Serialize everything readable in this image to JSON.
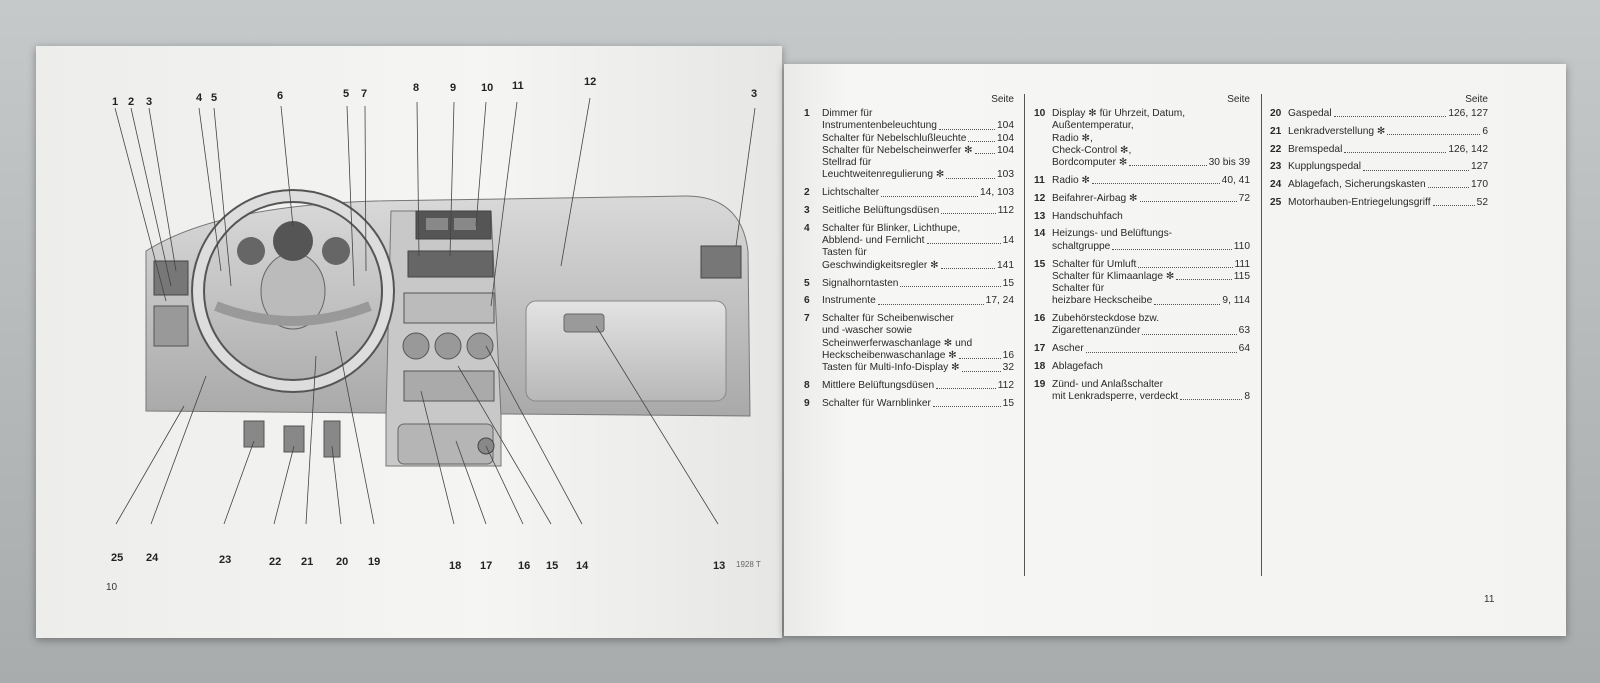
{
  "left_page": {
    "page_number": "10",
    "figure_code": "1928 T",
    "top_callouts": [
      "1",
      "2",
      "3",
      "4",
      "5",
      "6",
      "5",
      "7",
      "8",
      "9",
      "10",
      "11",
      "12",
      "3"
    ],
    "bottom_callouts": [
      "25",
      "24",
      "23",
      "22",
      "21",
      "20",
      "19",
      "18",
      "17",
      "16",
      "15",
      "14",
      "13"
    ]
  },
  "right_page": {
    "page_number": "11",
    "columns": [
      {
        "seite": "Seite",
        "entries": [
          {
            "num": "1",
            "lines": [
              [
                "Dimmer für",
                ""
              ],
              [
                "Instrumentenbeleuchtung",
                "104"
              ],
              [
                "Schalter für Nebelschlußleuchte",
                "104"
              ],
              [
                "Schalter für Nebelscheinwerfer ✻",
                "104"
              ],
              [
                "Stellrad für",
                ""
              ],
              [
                "Leuchtweitenregulierung ✻",
                "103"
              ]
            ]
          },
          {
            "num": "2",
            "lines": [
              [
                "Lichtschalter",
                "14, 103"
              ]
            ]
          },
          {
            "num": "3",
            "lines": [
              [
                "Seitliche Belüftungsdüsen",
                "112"
              ]
            ]
          },
          {
            "num": "4",
            "lines": [
              [
                "Schalter für Blinker, Lichthupe,",
                ""
              ],
              [
                "Abblend- und Fernlicht",
                "14"
              ],
              [
                "Tasten für",
                ""
              ],
              [
                "Geschwindigkeitsregler ✻",
                "141"
              ]
            ]
          },
          {
            "num": "5",
            "lines": [
              [
                "Signalhorntasten",
                "15"
              ]
            ]
          },
          {
            "num": "6",
            "lines": [
              [
                "Instrumente",
                "17, 24"
              ]
            ]
          },
          {
            "num": "7",
            "lines": [
              [
                "Schalter für Scheibenwischer",
                ""
              ],
              [
                "und -wascher sowie",
                ""
              ],
              [
                "Scheinwerferwaschanlage ✻ und",
                ""
              ],
              [
                "Heckscheibenwaschanlage ✻",
                "16"
              ],
              [
                "Tasten für Multi-Info-Display ✻",
                "32"
              ]
            ]
          },
          {
            "num": "8",
            "lines": [
              [
                "Mittlere Belüftungsdüsen",
                "112"
              ]
            ]
          },
          {
            "num": "9",
            "lines": [
              [
                "Schalter für Warnblinker",
                "15"
              ]
            ]
          }
        ]
      },
      {
        "seite": "Seite",
        "entries": [
          {
            "num": "10",
            "lines": [
              [
                "Display ✻ für Uhrzeit, Datum,",
                ""
              ],
              [
                "Außentemperatur,",
                ""
              ],
              [
                "Radio ✻,",
                ""
              ],
              [
                "Check-Control ✻,",
                ""
              ],
              [
                "Bordcomputer ✻",
                "30 bis 39"
              ]
            ]
          },
          {
            "num": "11",
            "lines": [
              [
                "Radio ✻",
                "40, 41"
              ]
            ]
          },
          {
            "num": "12",
            "lines": [
              [
                "Beifahrer-Airbag ✻",
                "72"
              ]
            ]
          },
          {
            "num": "13",
            "lines": [
              [
                "Handschuhfach",
                ""
              ]
            ]
          },
          {
            "num": "14",
            "lines": [
              [
                "Heizungs- und Belüftungs-",
                ""
              ],
              [
                "schaltgruppe",
                "110"
              ]
            ]
          },
          {
            "num": "15",
            "lines": [
              [
                "Schalter für Umluft",
                "111"
              ],
              [
                "Schalter für Klimaanlage ✻",
                "115"
              ],
              [
                "Schalter für",
                ""
              ],
              [
                "heizbare Heckscheibe",
                "9, 114"
              ]
            ]
          },
          {
            "num": "16",
            "lines": [
              [
                "Zubehörsteckdose bzw.",
                ""
              ],
              [
                "Zigarettenanzünder",
                "63"
              ]
            ]
          },
          {
            "num": "17",
            "lines": [
              [
                "Ascher",
                "64"
              ]
            ]
          },
          {
            "num": "18",
            "lines": [
              [
                "Ablagefach",
                ""
              ]
            ]
          },
          {
            "num": "19",
            "lines": [
              [
                "Zünd- und Anlaßschalter",
                ""
              ],
              [
                "mit Lenkradsperre, verdeckt",
                "8"
              ]
            ]
          }
        ]
      },
      {
        "seite": "Seite",
        "entries": [
          {
            "num": "20",
            "lines": [
              [
                "Gaspedal",
                "126, 127"
              ]
            ]
          },
          {
            "num": "21",
            "lines": [
              [
                "Lenkradverstellung ✻",
                "6"
              ]
            ]
          },
          {
            "num": "22",
            "lines": [
              [
                "Bremspedal",
                "126, 142"
              ]
            ]
          },
          {
            "num": "23",
            "lines": [
              [
                "Kupplungspedal",
                "127"
              ]
            ]
          },
          {
            "num": "24",
            "lines": [
              [
                "Ablagefach, Sicherungskasten",
                "170"
              ]
            ]
          },
          {
            "num": "25",
            "lines": [
              [
                "Motorhauben-Entriegelungsgriff",
                "52"
              ]
            ]
          }
        ]
      }
    ]
  }
}
